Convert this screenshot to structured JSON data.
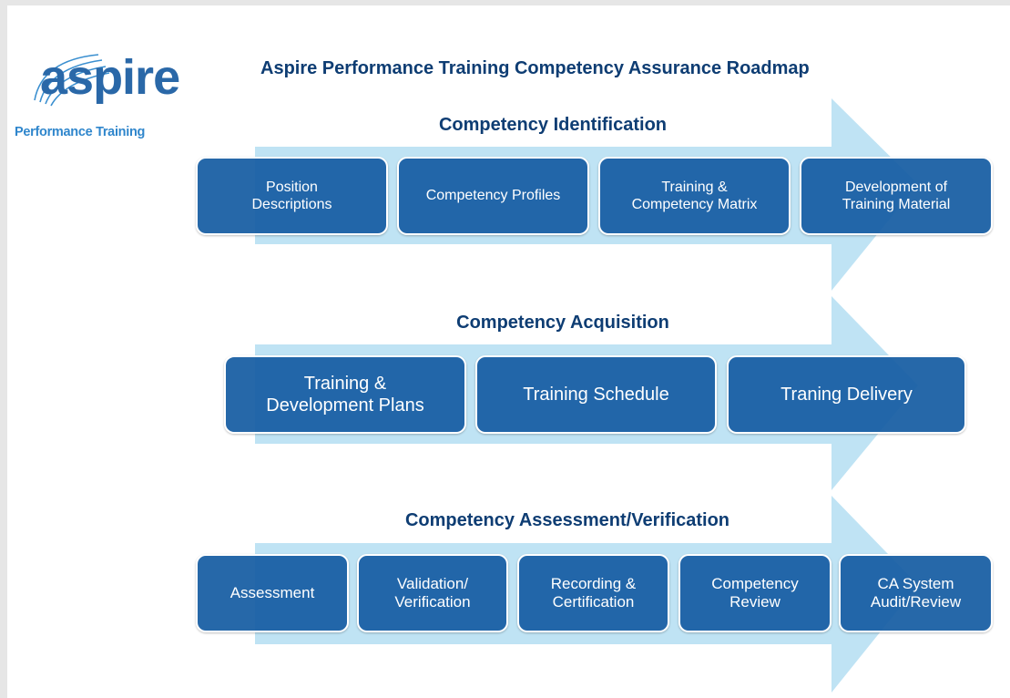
{
  "title": "Aspire Performance Training Competency Assurance Roadmap",
  "logo": {
    "word": "aspire",
    "tagline": "Performance Training"
  },
  "colors": {
    "box_fill": "#165ca3",
    "arrow_fill": "#bfe3f4",
    "heading": "#0e3d73",
    "logo": "#2a68a8"
  },
  "sections": [
    {
      "title": "Competency Identification",
      "steps": [
        "Position\nDescriptions",
        "Competency Profiles",
        "Training &\nCompetency Matrix",
        "Development of\nTraining Material"
      ]
    },
    {
      "title": "Competency Acquisition",
      "steps": [
        "Training &\nDevelopment Plans",
        "Training Schedule",
        "Traning Delivery"
      ]
    },
    {
      "title": "Competency Assessment/Verification",
      "steps": [
        "Assessment",
        "Validation/\nVerification",
        "Recording &\nCertification",
        "Competency\nReview",
        "CA System\nAudit/Review"
      ]
    }
  ]
}
